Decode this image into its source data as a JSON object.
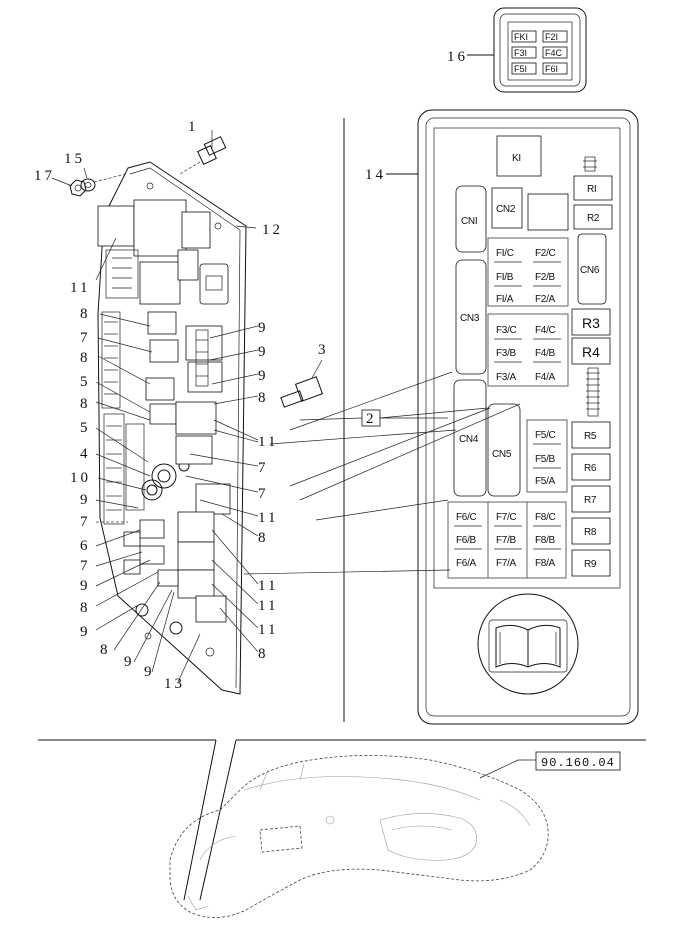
{
  "callouts": {
    "c1": "1",
    "c2": "2",
    "c3": "3",
    "c4": "4",
    "c5a": "5",
    "c5b": "5",
    "c6": "6",
    "c7a": "7",
    "c7b": "7",
    "c7c": "7",
    "c7d": "7",
    "c7e": "7",
    "c8a": "8",
    "c8b": "8",
    "c8c": "8",
    "c8d": "8",
    "c8e": "8",
    "c8f": "8",
    "c8g": "8",
    "c8h": "8",
    "c9a": "9",
    "c9b": "9",
    "c9c": "9",
    "c9d": "9",
    "c9e": "9",
    "c9f": "9",
    "c9g": "9",
    "c9h": "9",
    "c10": "10",
    "c11a": "11",
    "c11b": "11",
    "c11c": "11",
    "c11d": "11",
    "c11e": "11",
    "c11f": "11",
    "c12": "12",
    "c13": "13",
    "c14": "14",
    "c15": "15",
    "c16": "16",
    "c17": "17"
  },
  "reference": "90.160.04",
  "decal": {
    "relay_k": "KI",
    "connectors": {
      "cn1": "CNI",
      "cn2": "CN2",
      "cn3": "CN3",
      "cn4": "CN4",
      "cn5": "CN5",
      "cn6": "CN6"
    },
    "relays": {
      "r1": "RI",
      "r2": "R2",
      "r3": "R3",
      "r4": "R4",
      "r5": "R5",
      "r6": "R6",
      "r7": "R7",
      "r8": "R8",
      "r9": "R9"
    },
    "fuses": {
      "f1c": "FI/C",
      "f1b": "FI/B",
      "f1a": "FI/A",
      "f2c": "F2/C",
      "f2b": "F2/B",
      "f2a": "F2/A",
      "f3c": "F3/C",
      "f3b": "F3/B",
      "f3a": "F3/A",
      "f4c": "F4/C",
      "f4b": "F4/B",
      "f4a": "F4/A",
      "f5c": "F5/C",
      "f5b": "F5/B",
      "f5a": "F5/A",
      "f6c": "F6/C",
      "f6b": "F6/B",
      "f6a": "F6/A",
      "f7c": "F7/C",
      "f7b": "F7/B",
      "f7a": "F7/A",
      "f8c": "F8/C",
      "f8b": "F8/B",
      "f8a": "F8/A"
    }
  },
  "fuse_block": {
    "l1": "FKI",
    "l2": "F2I",
    "l3": "F3I",
    "l4": "F4C",
    "l5": "F5I",
    "l6": "F6I"
  },
  "icons": [
    "manual-book-icon"
  ]
}
